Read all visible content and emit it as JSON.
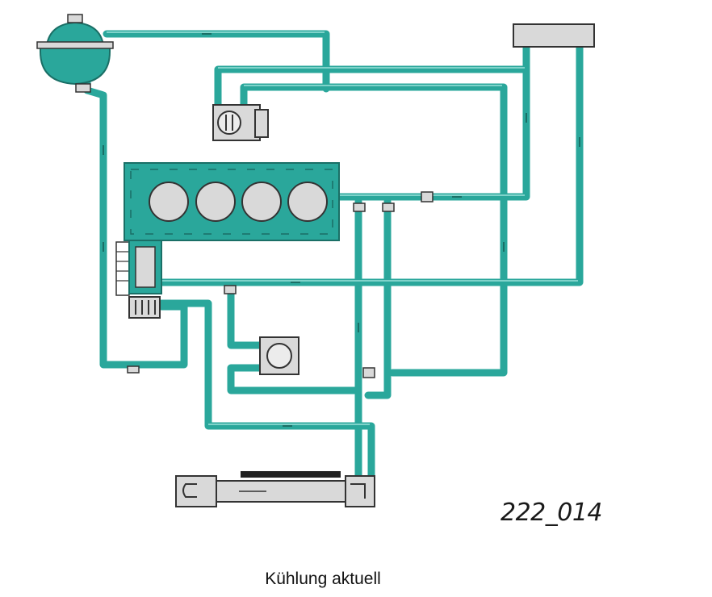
{
  "figure_id": "222_014",
  "caption": "Kühlung aktuell",
  "colors": {
    "coolant": "#2aa79b",
    "coolant_dark": "#1a6f66",
    "component_fill": "#d9d9d9",
    "component_stroke": "#333333"
  },
  "components": [
    "expansion-tank",
    "heater-valve",
    "engine-block",
    "radiator-top",
    "coolant-pump-thermostat",
    "auxiliary-pump",
    "heat-exchanger",
    "oil-cooler"
  ]
}
